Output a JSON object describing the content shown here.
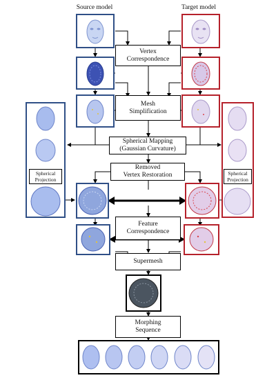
{
  "labels": {
    "source_model": "Source model",
    "target_model": "Target model"
  },
  "steps": {
    "vertex_correspondence": [
      "Vertex",
      "Correspondence"
    ],
    "mesh_simplification": [
      "Mesh",
      "Simplification"
    ],
    "spherical_mapping": [
      "Spherical Mapping",
      "(Gaussian Curvature)"
    ],
    "removed_vertex_restoration": [
      "Removed",
      "Vertex Restoration"
    ],
    "feature_correspondence": [
      "Feature",
      "Correspondence"
    ],
    "supermesh": "Supermesh",
    "morphing_sequence": [
      "Morphing",
      "Sequence"
    ],
    "spherical_projection_left": [
      "Spherical",
      "Projection"
    ],
    "spherical_projection_right": [
      "Spherical",
      "Projection"
    ]
  },
  "colors": {
    "source_border": "#2f4f86",
    "target_border": "#b5202a",
    "source_mesh": "#8fa6dd",
    "target_mesh": "#c9b9e0"
  },
  "images": {
    "source_head": "face-mesh-image",
    "target_head": "face-mesh-image",
    "sphere": "sphere-mesh-image",
    "supermesh_sphere": "supermesh-sphere-image",
    "morph_frames": 6
  }
}
